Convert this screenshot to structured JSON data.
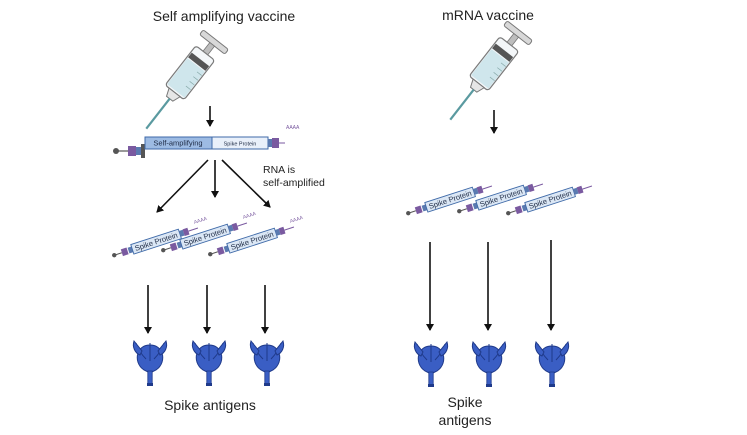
{
  "panels": {
    "left": {
      "title": "Self amplifying vaccine",
      "construct_segments": [
        "Self-amplifying",
        "Spike Protein"
      ],
      "annotation_lines": [
        "RNA is",
        "self-amplified"
      ],
      "copy_label": "Spike Protein",
      "copies": 3,
      "caption_lines": [
        "Spike antigens"
      ]
    },
    "right": {
      "title": "mRNA vaccine",
      "copy_label": "Spike Protein",
      "copies": 3,
      "caption_lines": [
        "Spike",
        "antigens"
      ]
    }
  },
  "poly_a": "AAAA",
  "colors": {
    "syringe_liquid": "#cfe6ec",
    "needle": "#5a9aa0",
    "construct_blue": "#3f6aa8",
    "construct_light": "#dbe7f5",
    "purple": "#7a5aa0",
    "antigen": "#3a5ec4",
    "antigen_dark": "#1f3a8a"
  }
}
